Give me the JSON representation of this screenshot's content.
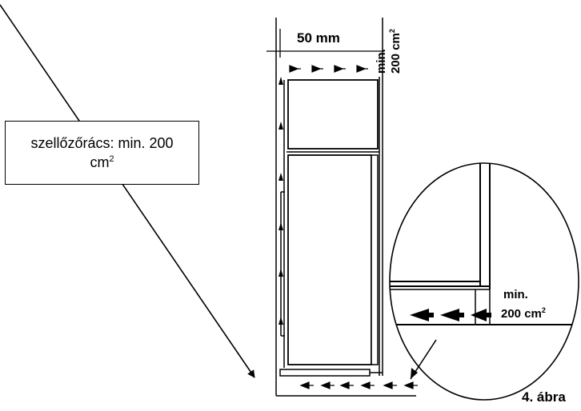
{
  "vent_label": {
    "line1": "szellőzőrács: min. 200",
    "line2_base": "cm",
    "line2_sup": "2"
  },
  "top_gap_label": "50 mm",
  "top_vent_label": {
    "min": "min.",
    "value": "200 cm",
    "sup": "2"
  },
  "zoom_vent_label": {
    "min": "min.",
    "value": "200 cm",
    "sup": "2"
  },
  "figure_label": "4. ábra"
}
